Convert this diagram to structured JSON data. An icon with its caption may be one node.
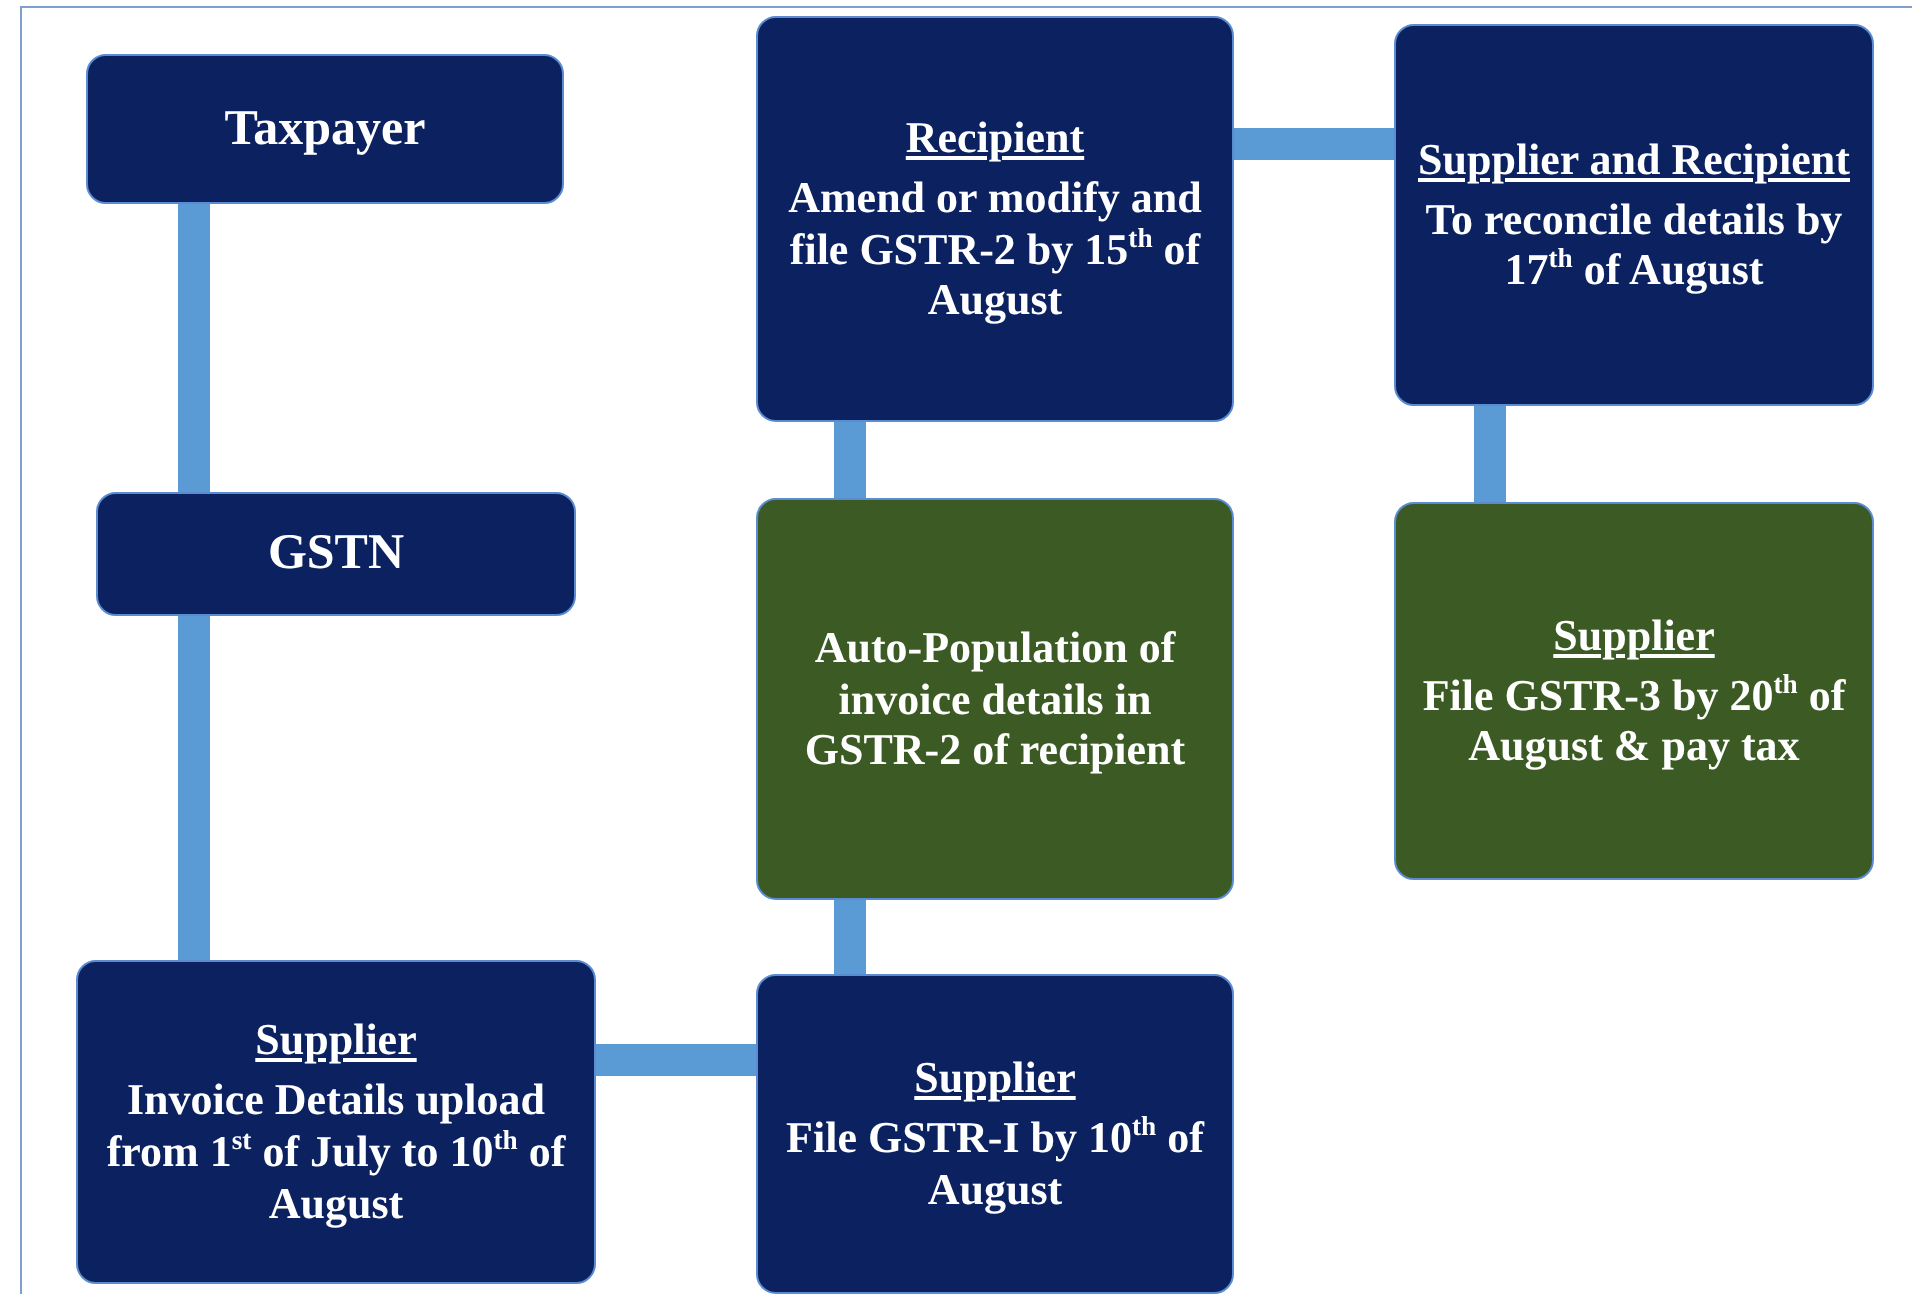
{
  "diagram": {
    "nodes": [
      {
        "text": [
          "Taxpayer"
        ]
      },
      {
        "text": [
          "GSTN"
        ]
      },
      {
        "text": [
          "Supplier",
          "Invoice Details upload from 1$^{st}$ of July to 10$^{th}$ of August"
        ]
      },
      {
        "text": [
          "Supplier",
          "File GSTR-I by 10$^{th}$ of August"
        ]
      },
      {
        "text": [
          "Auto-Population of invoice details in GSTR-2 of recipient"
        ]
      },
      {
        "text": [
          "Recipient",
          "Amend or modify and file  GSTR-2 by 15$^{th}$ of August"
        ]
      },
      {
        "text": [
          "Supplier and Recipient",
          "To reconcile details by 17$^{th}$ of August"
        ]
      },
      {
        "text": [
          "Supplier",
          "File GSTR-3 by 20$^{th}$ of  August & pay tax"
        ]
      }
    ],
    "edges": [
      {
        "from": 0,
        "to": 1,
        "arrow": "none"
      },
      {
        "from": 1,
        "to": 2,
        "arrow": "none"
      },
      {
        "from": 2,
        "to": 3,
        "arrow": "none"
      },
      {
        "from": 3,
        "to": 4,
        "arrow": "none"
      },
      {
        "from": 4,
        "to": 5,
        "arrow": "none"
      },
      {
        "from": 5,
        "to": 6,
        "arrow": "none"
      },
      {
        "from": 6,
        "to": 7,
        "arrow": "none"
      }
    ]
  }
}
